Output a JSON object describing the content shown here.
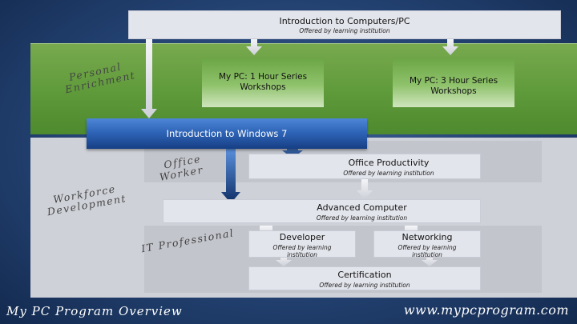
{
  "top_box": {
    "title": "Introduction to Computers/PC",
    "subtitle": "Offered by learning institution"
  },
  "personal_enrichment": {
    "label_line1": "Personal",
    "label_line2": "Enrichment",
    "workshop_1": {
      "line1": "My PC: 1 Hour Series",
      "line2": "Workshops"
    },
    "workshop_3": {
      "line1": "My PC: 3 Hour Series",
      "line2": "Workshops"
    }
  },
  "windows_bar": {
    "label": "Introduction to Windows 7"
  },
  "workforce": {
    "label_line1": "Workforce",
    "label_line2": "Development"
  },
  "office_worker": {
    "label_line1": "Office",
    "label_line2": "Worker",
    "box": {
      "title": "Office Productivity",
      "subtitle": "Offered by learning institution"
    }
  },
  "advanced_box": {
    "title": "Advanced Computer",
    "subtitle": "Offered by learning institution"
  },
  "it_professional": {
    "label": "IT Professional",
    "developer": {
      "title": "Developer",
      "subtitle_line1": "Offered by learning",
      "subtitle_line2": "institution"
    },
    "networking": {
      "title": "Networking",
      "subtitle_line1": "Offered by learning",
      "subtitle_line2": "institution"
    },
    "certification": {
      "title": "Certification",
      "subtitle": "Offered by learning institution"
    }
  },
  "footer": {
    "left": "My PC Program Overview",
    "right": "www.mypcprogram.com"
  },
  "colors": {
    "background": "#22406f",
    "green_band": "#5e9a3a",
    "gray_band": "#cfd1d8",
    "windows_bar": "#2f65b8",
    "box_fill": "#e3e5ec"
  }
}
